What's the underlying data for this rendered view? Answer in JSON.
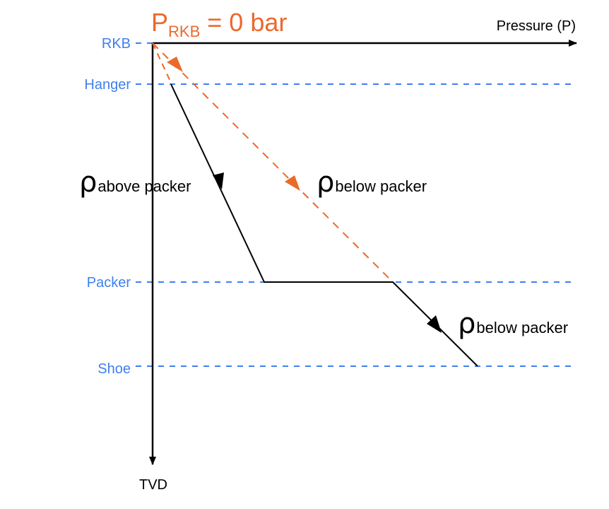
{
  "title": {
    "symbol": "P",
    "subscript": "RKB",
    "rest": " = 0 bar"
  },
  "axes": {
    "x_label": "Pressure (P)",
    "y_label": "TVD"
  },
  "depth_levels": [
    {
      "id": "rkb",
      "label": "RKB"
    },
    {
      "id": "hanger",
      "label": "Hanger"
    },
    {
      "id": "packer",
      "label": "Packer"
    },
    {
      "id": "shoe",
      "label": "Shoe"
    }
  ],
  "density_labels": [
    {
      "id": "above-packer",
      "symbol": "ρ",
      "subscript": "above packer"
    },
    {
      "id": "below-packer-dashed",
      "symbol": "ρ",
      "subscript": "below packer"
    },
    {
      "id": "below-packer-solid",
      "symbol": "ρ",
      "subscript": "below packer"
    }
  ],
  "colors": {
    "depth_lines": "#3f7ff0",
    "reference_gradient": "#ea6a2c",
    "pressure_profile": "#000000"
  }
}
